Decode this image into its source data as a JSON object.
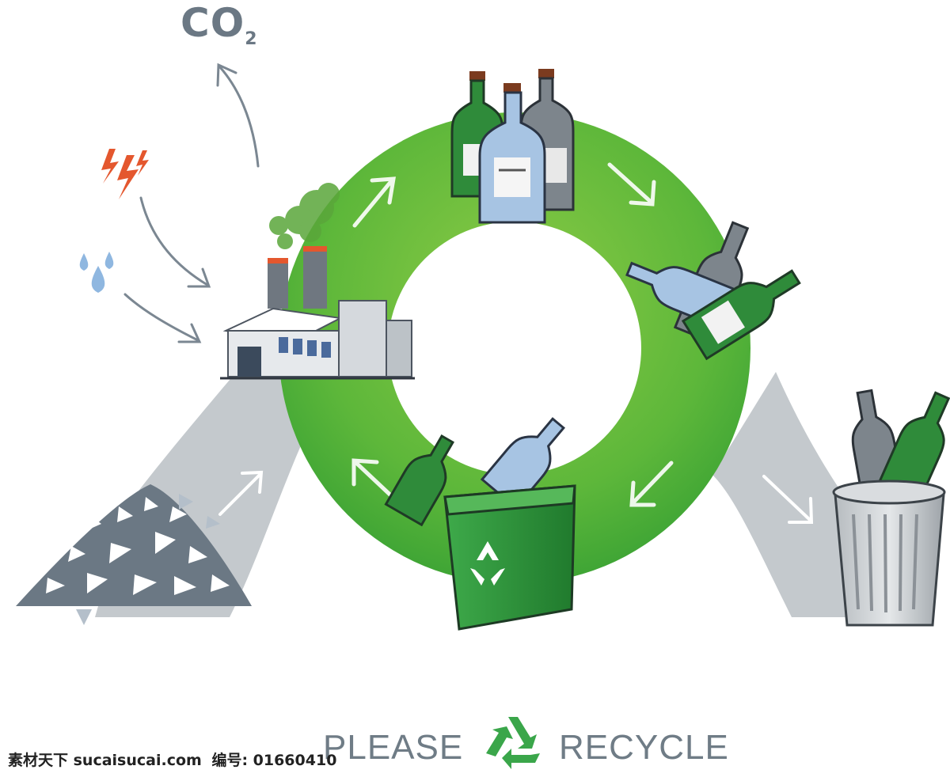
{
  "labels": {
    "co2": "CO",
    "co2_sub": "2"
  },
  "footer": {
    "left_word": "PLEASE",
    "right_word": "RECYCLE"
  },
  "watermark": {
    "site": "素材天下 sucaisucai.com",
    "id_label": "编号: 01660410"
  },
  "colors": {
    "ring_green": "#4eb23a",
    "ring_green_light": "#7cc242",
    "bin_green": "#2e9a3e",
    "bottle_green": "#2f8b3a",
    "bottle_blue": "#a7c4e3",
    "bottle_gray": "#7d858c",
    "arrow_gray": "#c2c8cd",
    "text_gray": "#6f7c86",
    "bolt_orange": "#e4572e",
    "drop_blue": "#8fb7e0"
  },
  "icons": [
    "co2-label",
    "lightning-icon",
    "water-drops-icon",
    "factory-icon",
    "bottles-icon",
    "recycle-bin-icon",
    "trash-can-icon",
    "glass-pile-icon",
    "recycle-icon"
  ]
}
